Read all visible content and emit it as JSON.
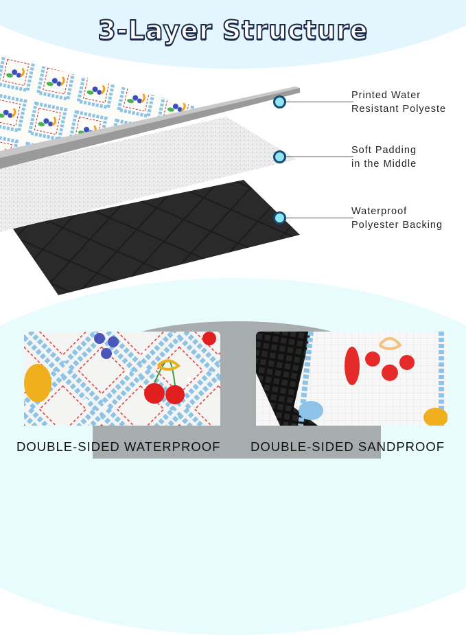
{
  "title": "3-Layer Structure",
  "layers": [
    {
      "label": "Printed Water\nResistant Polyeste",
      "name": "printed-polyester-layer"
    },
    {
      "label": "Soft Padding\nin the Middle",
      "name": "padding-layer"
    },
    {
      "label": "Waterproof\nPolyester Backing",
      "name": "backing-layer"
    }
  ],
  "features": [
    {
      "caption": "DOUBLE-SIDED WATERPROOF"
    },
    {
      "caption": "DOUBLE-SIDED SANDPROOF"
    }
  ],
  "colors": {
    "title_fill": "#ffffff",
    "title_outline": "#1b2a4a",
    "bg_arc": "#e3f6fd",
    "callout_dot": "#8ee6f5",
    "callout_ring": "#174a6b",
    "divider_grey": "#a7acae"
  }
}
